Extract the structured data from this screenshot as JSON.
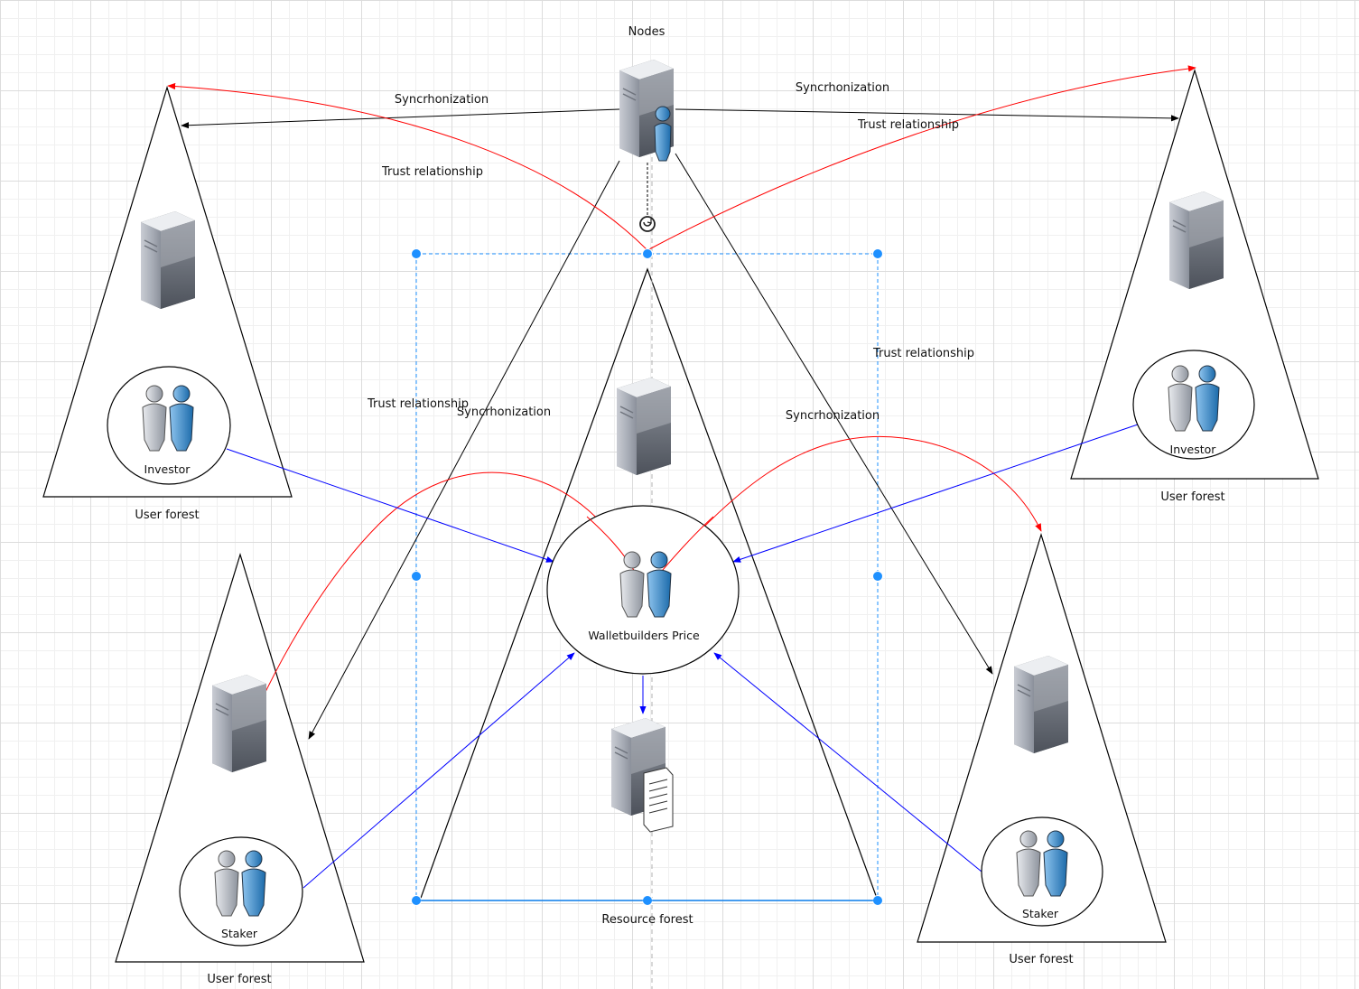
{
  "diagram": {
    "nodes_label": "Nodes",
    "central_forest": {
      "label": "Resource forest",
      "group_label": "Walletbuilders Price"
    },
    "user_forests": [
      {
        "id": "top-left",
        "label": "User forest",
        "group_label": "Investor"
      },
      {
        "id": "top-right",
        "label": "User forest",
        "group_label": "Investor"
      },
      {
        "id": "bottom-left",
        "label": "User forest",
        "group_label": "Staker"
      },
      {
        "id": "bottom-right",
        "label": "User forest",
        "group_label": "Staker"
      }
    ],
    "edge_labels": {
      "sync_top_left": "Syncrhonization",
      "sync_top_right": "Syncrhonization",
      "trust_top_left": "Trust relationship",
      "trust_top_right": "Trust relationship",
      "trust_mid_left": "Trust relationship",
      "sync_mid_left": "Syncrhonization",
      "trust_mid_right": "Trust relationship",
      "sync_mid_right": "Syncrhonization"
    },
    "colors": {
      "sync_edge": "#000000",
      "trust_edge": "#ff0000",
      "membership_edge": "#0000ff",
      "selection": "#1e90ff"
    }
  }
}
